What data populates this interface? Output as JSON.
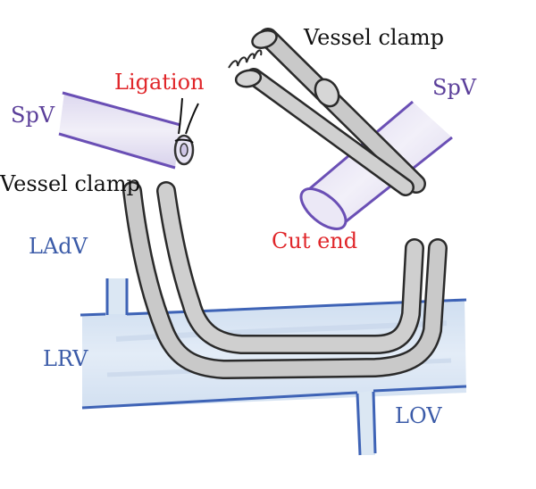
{
  "labels": {
    "vessel_clamp_top": "Vessel clamp",
    "ligation": "Ligation",
    "spv_left": "SpV",
    "spv_right": "SpV",
    "vessel_clamp_left": "Vessel clamp",
    "ladv": "LAdV",
    "cut_end": "Cut end",
    "lrv": "LRV",
    "lov": "LOV"
  },
  "colors": {
    "label_red": "#e0262a",
    "label_black": "#111111",
    "label_purple": "#5b3f9a",
    "label_blue": "#3b5ba8",
    "vein_fill": "#dbe7f3",
    "vein_outline": "#3e63b6",
    "spv_fill": "#e7e3f3",
    "spv_outline": "#6a4fb5",
    "clamp_fill": "#c9c9c9",
    "clamp_outline": "#2a2a2a"
  }
}
